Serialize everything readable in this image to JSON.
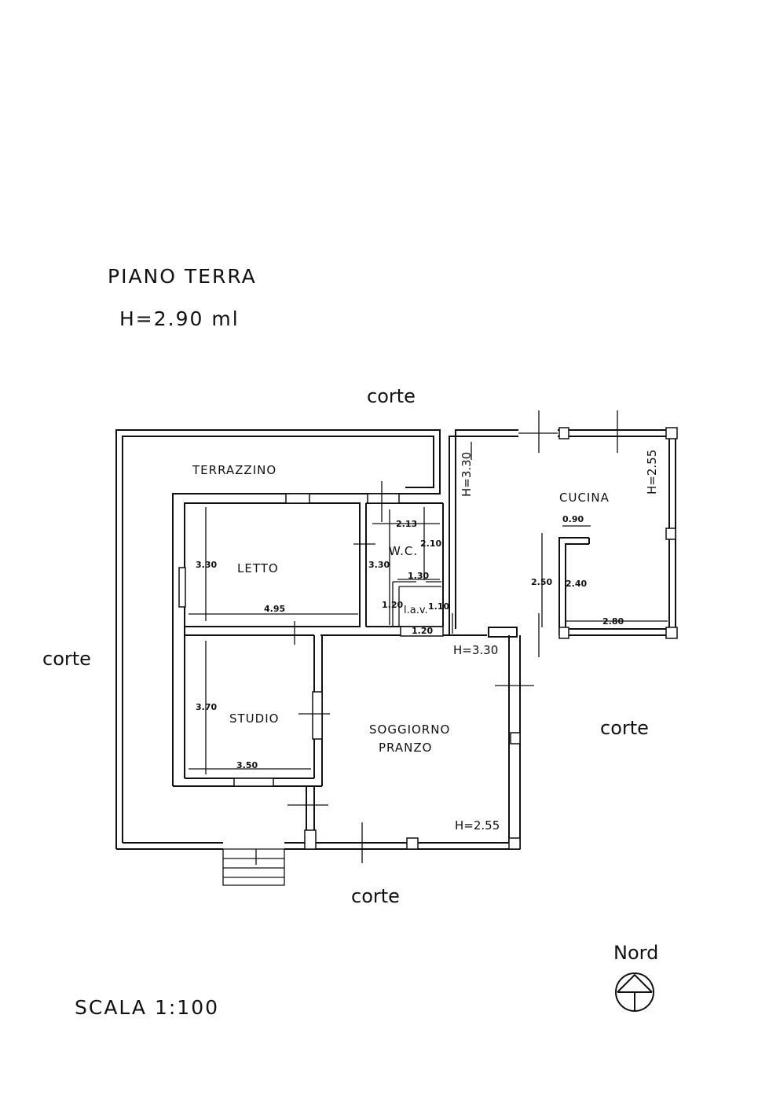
{
  "title": {
    "line1": "PIANO TERRA",
    "line2": "H=2.90 ml"
  },
  "surroundings": {
    "north": "corte",
    "west": "corte",
    "east": "corte",
    "south": "corte"
  },
  "rooms": {
    "terrazzino": "TERRAZZINO",
    "letto": "LETTO",
    "wc": "W.C.",
    "lav": "l.a.v.",
    "studio": "STUDIO",
    "soggiorno_line1": "SOGGIORNO",
    "soggiorno_line2": "PRANZO",
    "cucina": "CUCINA"
  },
  "dimensions": {
    "letto_height": "3.30",
    "letto_width": "4.95",
    "wc_width": "2.13",
    "wc_height": "2.10",
    "wc_left": "3.30",
    "lav_width": "1.30",
    "lav_left": "1.20",
    "lav_right": "1.10",
    "lav_bottom": "1.20",
    "studio_height": "3.70",
    "studio_width": "3.50",
    "cucina_nook": "0.90",
    "cucina_left": "2.50",
    "cucina_mid": "2.40",
    "cucina_bottom": "2.80"
  },
  "heights": {
    "cucina_west": "H=3.30",
    "cucina_east": "H=2.55",
    "soggiorno_top": "H=3.30",
    "soggiorno_bottom": "H=2.55"
  },
  "scale": "SCALA 1:100",
  "north_label": "Nord"
}
